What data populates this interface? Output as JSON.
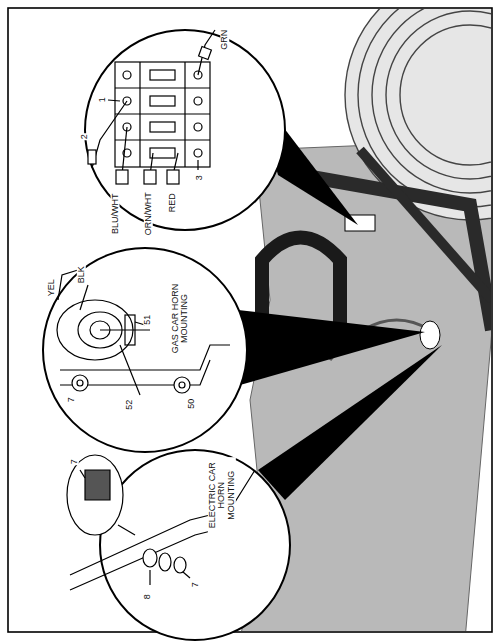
{
  "diagram": {
    "labels": [
      "GRN",
      "1",
      "2",
      "3",
      "BLU/WHT",
      "ORN/WHT",
      "RED",
      "YEL",
      "BLK",
      "51",
      "GAS CAR HORN MOUNTING",
      "7",
      "52",
      "50",
      "ELECTRIC CAR HORN MOUNTING",
      "7",
      "7",
      "8"
    ]
  }
}
